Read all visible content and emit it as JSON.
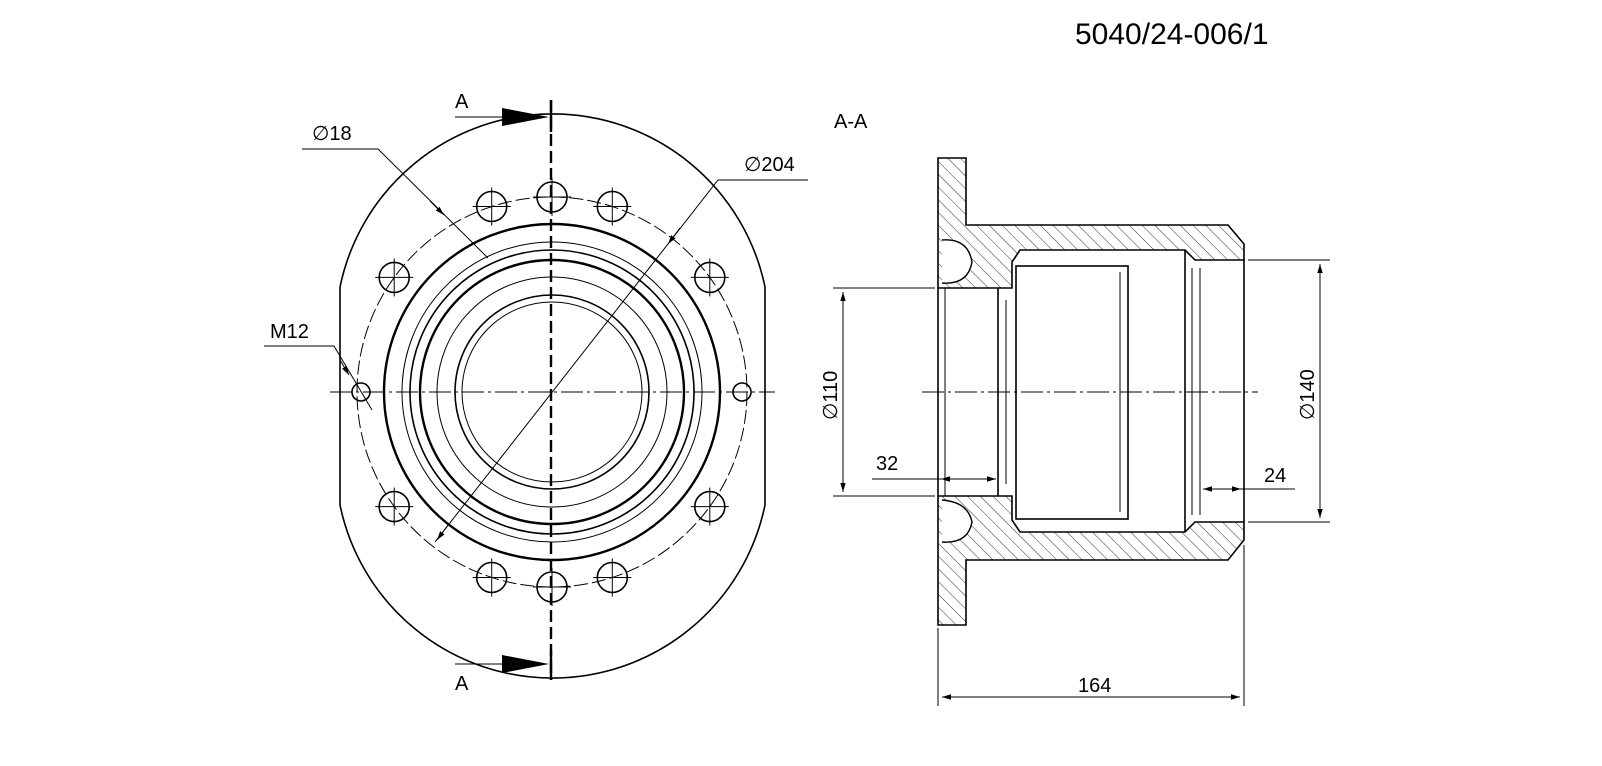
{
  "title_block": {
    "drawing_number": "5040/24-006/1"
  },
  "front_view": {
    "section_mark_top": "A",
    "section_mark_bottom": "A",
    "hole_diameter_label": "∅18",
    "pitch_circle_label": "∅204",
    "tapped_hole_label": "M12"
  },
  "section_view": {
    "title": "A-A",
    "bore_diameter_label": "∅110",
    "counterbore_diameter_label": "∅140",
    "bore_depth_label": "32",
    "counterbore_depth_label": "24",
    "overall_length_label": "164"
  }
}
